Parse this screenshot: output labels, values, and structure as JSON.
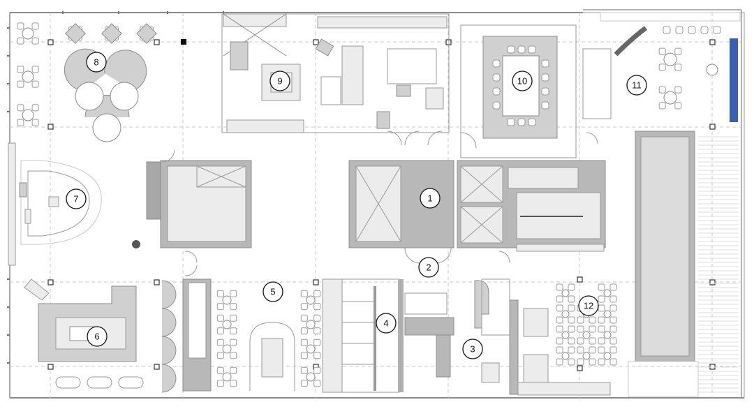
{
  "room_markers": [
    {
      "id": "1",
      "label": "1"
    },
    {
      "id": "2",
      "label": "2"
    },
    {
      "id": "3",
      "label": "3"
    },
    {
      "id": "4",
      "label": "4"
    },
    {
      "id": "5",
      "label": "5"
    },
    {
      "id": "6",
      "label": "6"
    },
    {
      "id": "7",
      "label": "7"
    },
    {
      "id": "8",
      "label": "8"
    },
    {
      "id": "9",
      "label": "9"
    },
    {
      "id": "10",
      "label": "10"
    },
    {
      "id": "11",
      "label": "11"
    },
    {
      "id": "12",
      "label": "12"
    }
  ],
  "colors": {
    "wall": "#b8b8b8",
    "line": "#9a9a9a",
    "marker_stroke": "#111111",
    "pool_blue": "#3a5fb0",
    "background": "#ffffff"
  }
}
